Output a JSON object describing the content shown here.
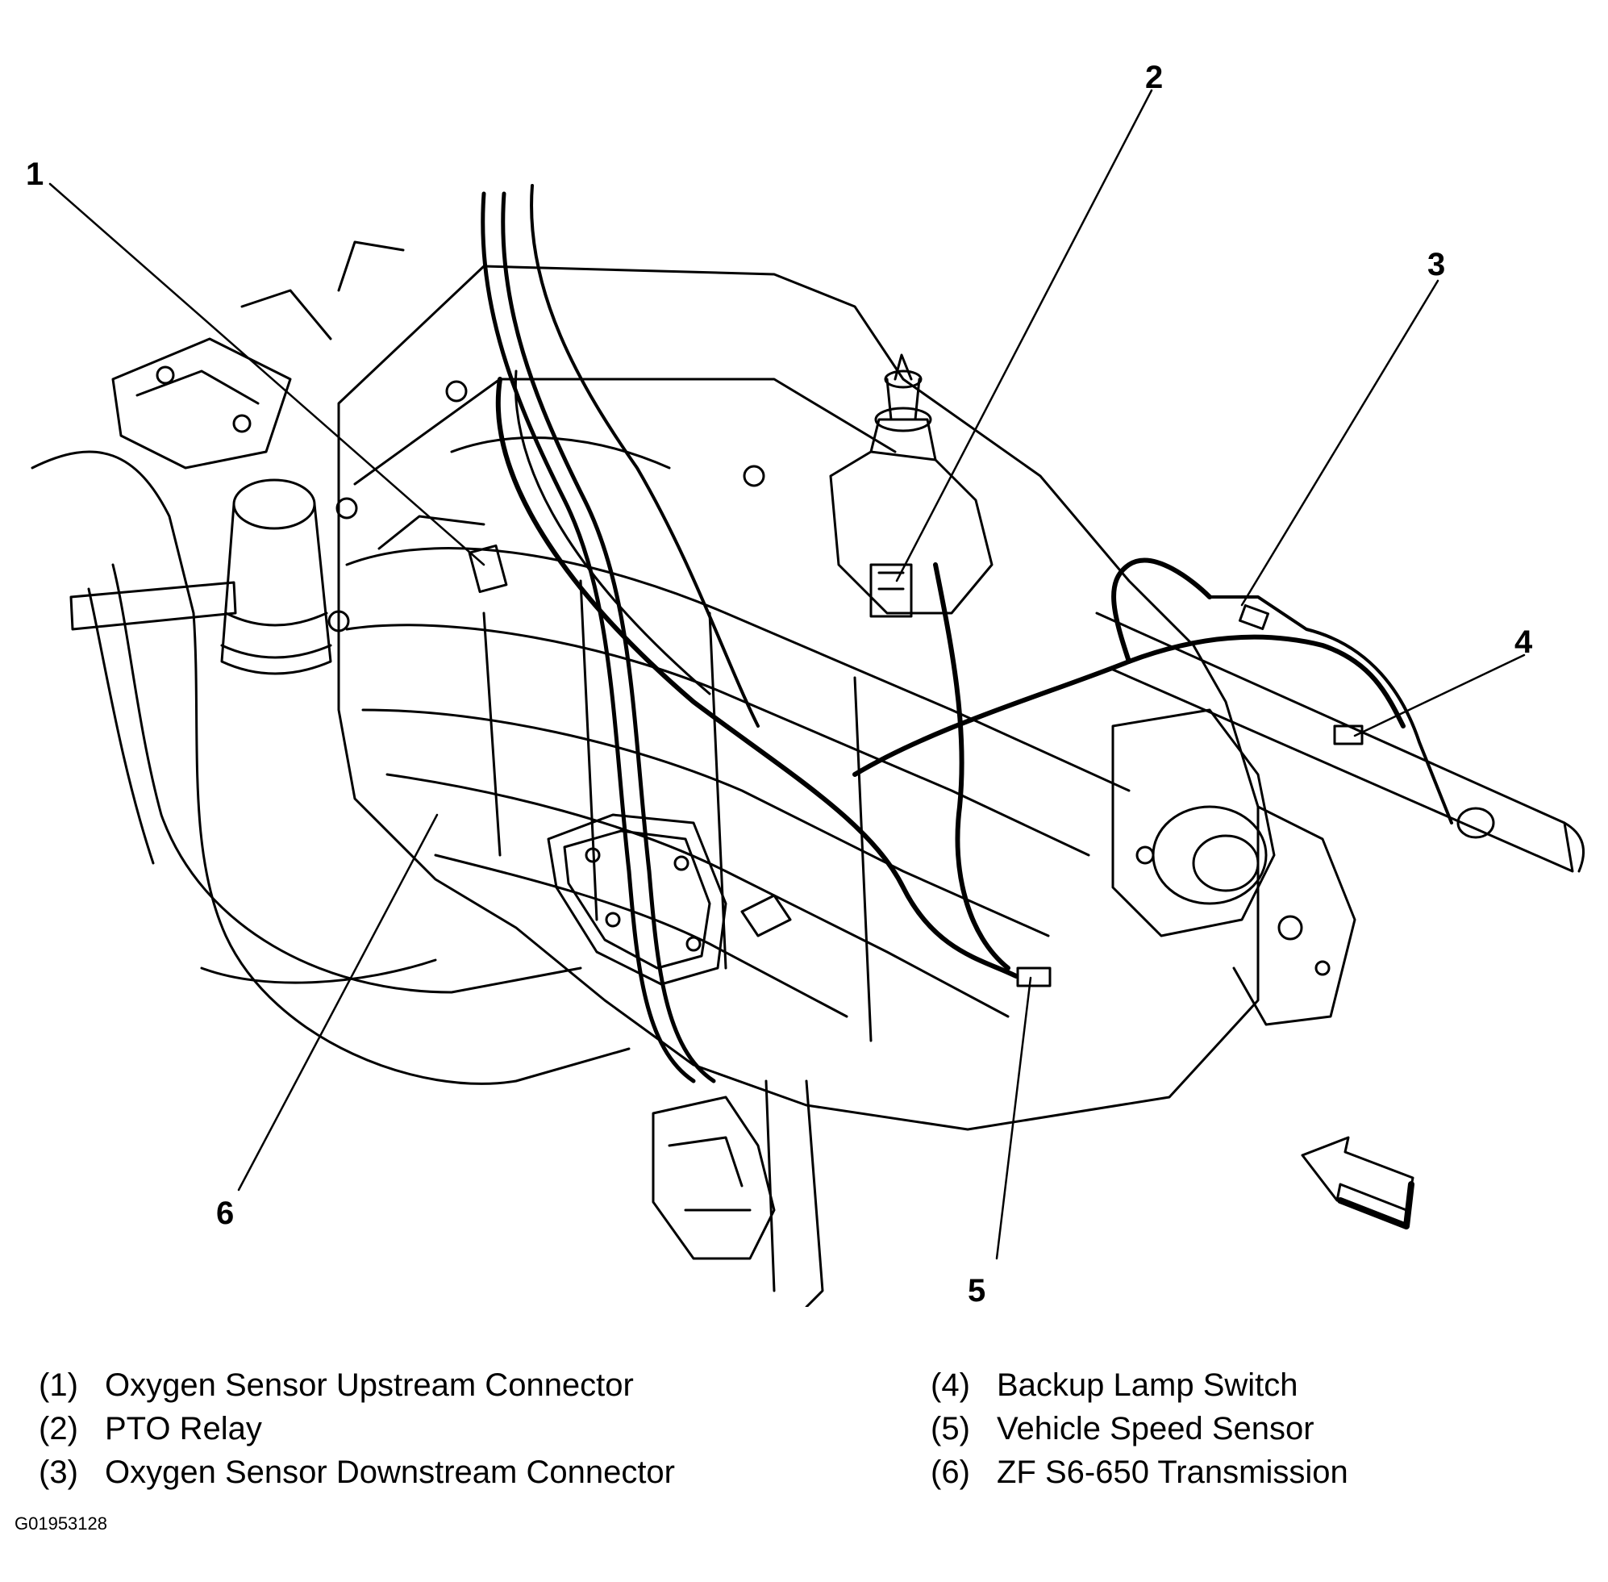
{
  "callouts": [
    {
      "number": "1",
      "key": "(1)",
      "label": "Oxygen Sensor Upstream Connector"
    },
    {
      "number": "2",
      "key": "(2)",
      "label": "PTO Relay"
    },
    {
      "number": "3",
      "key": "(3)",
      "label": "Oxygen Sensor Downstream Connector"
    },
    {
      "number": "4",
      "key": "(4)",
      "label": "Backup Lamp Switch"
    },
    {
      "number": "5",
      "key": "(5)",
      "label": "Vehicle Speed Sensor"
    },
    {
      "number": "6",
      "key": "(6)",
      "label": "ZF S6-650 Transmission"
    }
  ],
  "figure_id": "G01953128",
  "colors": {
    "ink": "#000000",
    "paper": "#ffffff"
  }
}
